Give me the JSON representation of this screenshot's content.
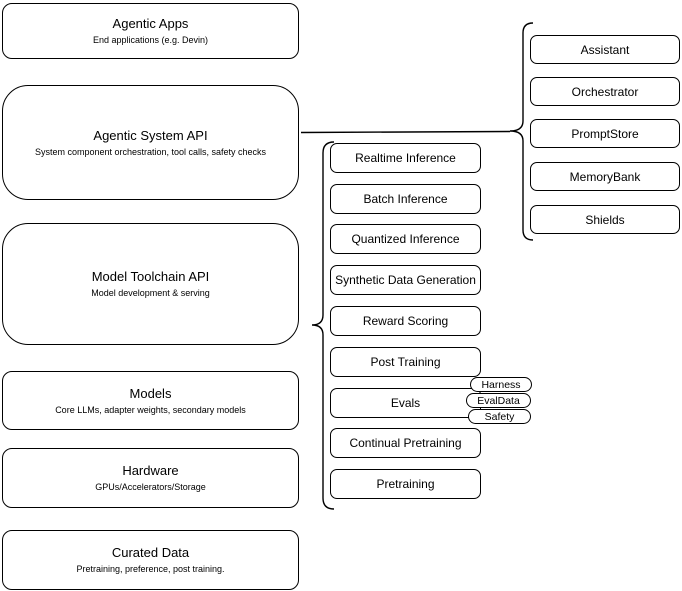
{
  "diagram": {
    "colors": {
      "background": "#ffffff",
      "stroke": "#000000"
    },
    "left_stack": [
      {
        "title": "Agentic Apps",
        "subtitle": "End applications (e.g. Devin)"
      },
      {
        "title": "Agentic System API",
        "subtitle": "System component orchestration, tool calls, safety checks"
      },
      {
        "title": "Model Toolchain API",
        "subtitle": "Model development & serving"
      },
      {
        "title": "Models",
        "subtitle": "Core LLMs, adapter weights, secondary models"
      },
      {
        "title": "Hardware",
        "subtitle": "GPUs/Accelerators/Storage"
      },
      {
        "title": "Curated Data",
        "subtitle": "Pretraining, preference, post training."
      }
    ],
    "toolchain_components": [
      "Realtime Inference",
      "Batch Inference",
      "Quantized Inference",
      "Synthetic Data Generation",
      "Reward Scoring",
      "Post Training",
      "Evals",
      "Continual Pretraining",
      "Pretraining"
    ],
    "eval_pills": [
      "Harness",
      "EvalData",
      "Safety"
    ],
    "system_components": [
      "Assistant",
      "Orchestrator",
      "PromptStore",
      "MemoryBank",
      "Shields"
    ]
  }
}
